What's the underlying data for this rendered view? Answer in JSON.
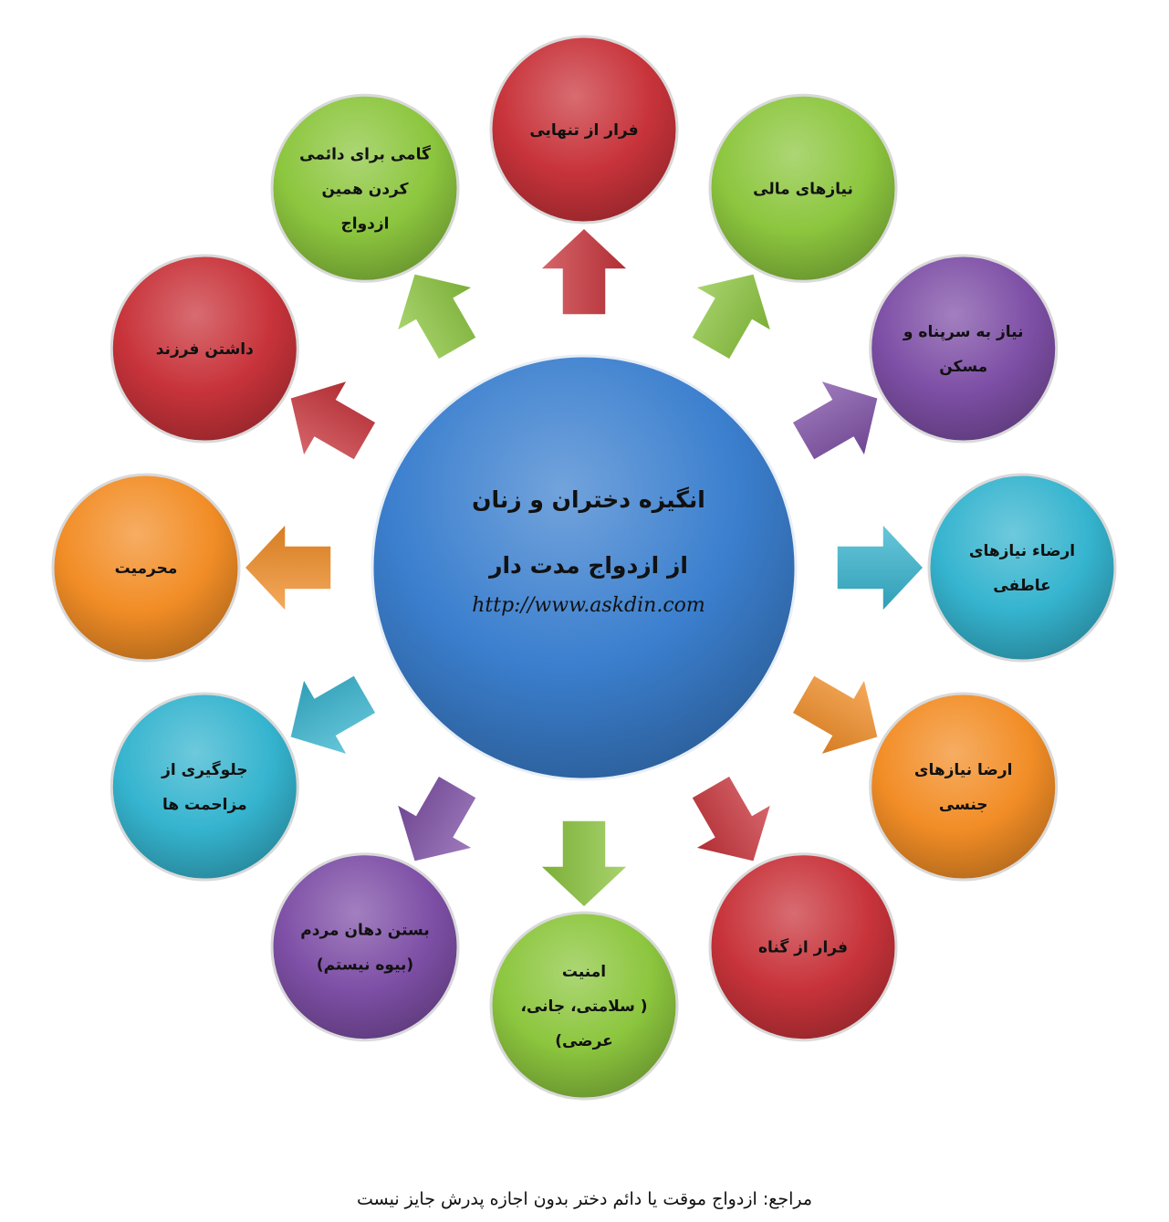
{
  "colors": {
    "red": "#c8333a",
    "green": "#8cc63e",
    "purple": "#7e4fa6",
    "cyan": "#35b4cf",
    "orange": "#f28d26",
    "blue": "#3b7fce"
  },
  "center": {
    "line1": "انگیزه دختران و زنان",
    "line2": "از ازدواج مدت دار",
    "url": "http://www.askdin.com"
  },
  "nodes": [
    {
      "id": "escape-loneliness",
      "color": "red",
      "lines": [
        "فرار از تنهایی"
      ]
    },
    {
      "id": "financial-needs",
      "color": "green",
      "lines": [
        "نیازهای مالی"
      ]
    },
    {
      "id": "shelter",
      "color": "purple",
      "lines": [
        "نیاز به سرپناه و",
        "مسکن"
      ]
    },
    {
      "id": "emotional-needs",
      "color": "cyan",
      "lines": [
        "ارضاء نیازهای",
        "عاطفی"
      ]
    },
    {
      "id": "sexual-needs",
      "color": "orange",
      "lines": [
        "ارضا نیازهای",
        "جنسی"
      ]
    },
    {
      "id": "escape-sin",
      "color": "red",
      "lines": [
        "فرار از گناه"
      ]
    },
    {
      "id": "security",
      "color": "green",
      "lines": [
        "امنیت",
        "( سلامتی، جانی،",
        "عرضی)"
      ]
    },
    {
      "id": "silence-people",
      "color": "purple",
      "lines": [
        "بستن دهان مردم",
        "(بیوه نیستم)"
      ]
    },
    {
      "id": "prevent-harassment",
      "color": "cyan",
      "lines": [
        "جلوگیری از",
        "مزاحمت ها"
      ]
    },
    {
      "id": "mahramiat",
      "color": "orange",
      "lines": [
        "محرمیت"
      ]
    },
    {
      "id": "have-child",
      "color": "red",
      "lines": [
        "داشتن فرزند"
      ]
    },
    {
      "id": "permanent-step",
      "color": "green",
      "lines": [
        "گامی برای دائمی",
        "کردن همین",
        "ازدواج"
      ]
    }
  ],
  "caption": "مراجع: ازدواج موقت یا دائم دختر بدون اجازه پدرش جایز نیست"
}
